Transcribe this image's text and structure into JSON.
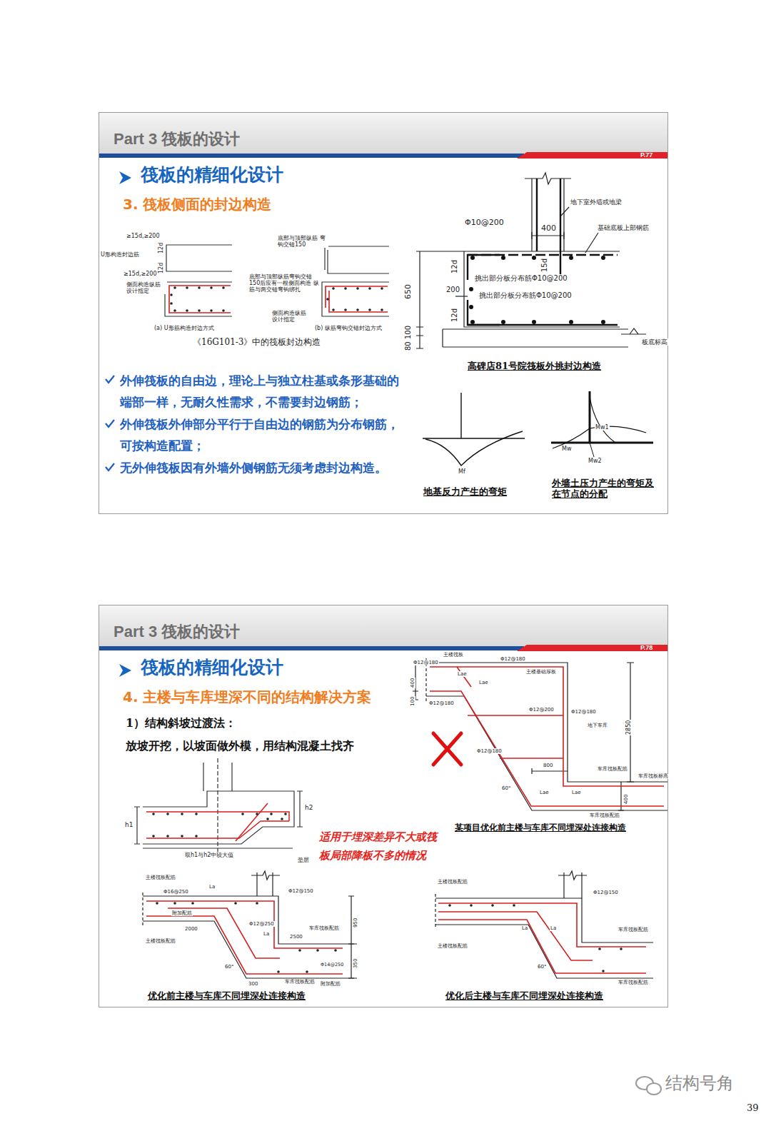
{
  "diagram": {
    "nodes": [
      {
        "text": [
          "Part 3 筏板的设计"
        ]
      },
      {
        "text": [
          "Part 3 筏板的设计"
        ]
      }
    ],
    "labels": [
      "P.77",
      "筏板的精细化设计",
      "3. 筏板侧面的封边构造",
      "≥15d,≥200",
      "12d",
      "U形构造封边筋",
      "12d",
      "≥15d,≥200",
      "侧面构造纵筋 设计指定",
      "(a) U形筋构造封边方式",
      "底部与顶部纵筋 弯钩交错150",
      "底部与顶部纵筋弯钩交错 150后应有一根侧面构造 纵筋与两交错弯钩绑扎",
      "侧面构造纵筋 设计指定",
      "(b) 纵筋弯钩交错封边方式",
      "《16G101-3》中的筏板封边构造",
      "地下室外墙或地梁",
      "Φ10@200",
      "400",
      "基础底板上部钢筋",
      "12d",
      "挑出部分板分布筋Φ10@200",
      "15d",
      "650",
      "200",
      "12d",
      "挑出部分板分布筋Φ10@200",
      "100",
      "80",
      "板底标高",
      "高碑店81号院筏板外挑封边构造",
      "外伸筏板的自由边，理论上与独立柱基或条形基础的端部一样，无耐久性需求，不需要封边钢筋；",
      "外伸筏板外伸部分平行于自由边的钢筋为分布钢筋，可按构造配置；",
      "无外伸筏板因有外墙外侧钢筋无须考虑封边构造。",
      "Mf",
      "Mw1",
      "Mw",
      "Mw2",
      "地基反力产生的弯矩",
      "外墙土压力产生的弯矩及在节点的分配",
      "P.78",
      "筏板的精细化设计",
      "4. 主楼与车库埋深不同的结构解决方案",
      "1）结构斜坡过渡法：",
      "放坡开挖，以坡面做外模，用结构混凝土找齐",
      "h1",
      "h2",
      "取h1与h2中较大值",
      "垫层",
      "适用于埋深差异不大或筏板局部降板不多的情况",
      "主楼筏板",
      "Φ12@180",
      "Φ12@180",
      "Lae",
      "主楼基础厚板",
      "400",
      "Lae",
      "100",
      "Φ12@180",
      "Φ12@180",
      "Φ12@200",
      "地下车库",
      "2850",
      "Φ12@180",
      "800",
      "车库筏板配筋",
      "车库筏板标高",
      "Lae",
      "60°",
      "Lae",
      "400",
      "车库筏板配筋",
      "某项目优化前主楼与车库不同埋深处连接构造",
      "主楼筏板配筋",
      "La",
      "Φ12@150",
      "Φ16@250",
      "附加配筋",
      "2000",
      "Φ12@250",
      "车库筏板配筋",
      "主楼筏板配筋",
      "La",
      "2500",
      "950",
      "350",
      "60°",
      "车库筏板配筋",
      "Φ14@250",
      "300",
      "附加配筋",
      "优化前主楼与车库不同埋深处连接构造",
      "主楼筏板配筋",
      "Φ12@150",
      "La",
      "La",
      "车库筏板配筋",
      "主楼筏板配筋",
      "60°",
      "车库筏板配筋",
      "优化后主楼与车库不同埋深处连接构造",
      "39",
      "结构号角"
    ]
  }
}
